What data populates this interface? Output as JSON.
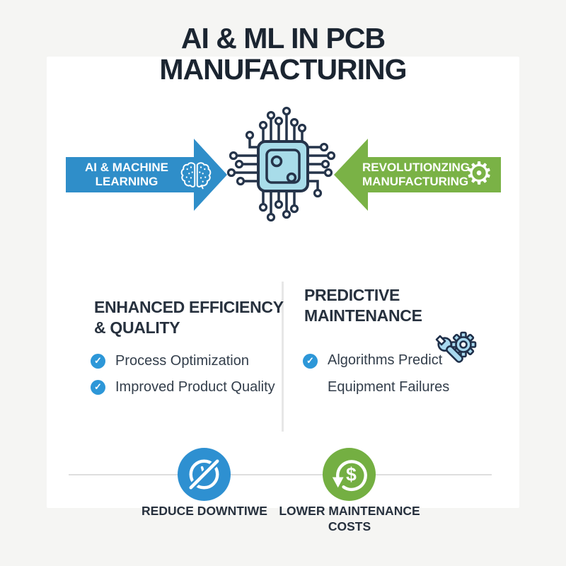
{
  "title": {
    "lines": [
      "AI & ML IN PCB",
      "MANUFACTURING"
    ]
  },
  "flow": {
    "left_arrow": {
      "lines": [
        "AI & MACHINE",
        "LEARNING"
      ],
      "icon": "brain-icon",
      "color": "#2f8ec9"
    },
    "right_arrow": {
      "lines": [
        "REVOLUTIONZING",
        "MANUFACTURING"
      ],
      "icon": "gear-icon",
      "color": "#7ab246"
    },
    "center_icon": "pcb-chip-icon"
  },
  "sections": {
    "left": {
      "heading_lines": [
        "ENHANCED EFFICIENCY",
        "& QUALITY"
      ],
      "bullets": [
        "Process Optimization",
        "Improved Product Quality"
      ]
    },
    "right": {
      "heading_lines": [
        "PREDICTIVE",
        "MAINTENANCE"
      ],
      "bullet_lines": [
        "Algorithms Predict",
        "Equipment Failures"
      ],
      "icon": "wrench-gear-icon"
    }
  },
  "footer": {
    "left_badge": {
      "label": "REDUCE DOWNTIWE",
      "icon": "no-downtime-icon",
      "color": "#2e90d1"
    },
    "right_badge": {
      "label_lines": [
        "LOWER MAINTENANCE",
        "COSTS"
      ],
      "icon": "cost-savings-icon",
      "color": "#74af42"
    }
  },
  "icons": {
    "gear_glyph": "⚙",
    "check_glyph": "✓",
    "dollar_glyph": "$"
  },
  "colors": {
    "accent_blue": "#2f8ec9",
    "accent_green": "#7ab246",
    "check_blue": "#2d97d8",
    "chip_fill": "#a8dce9",
    "outline_navy": "#25344a",
    "title_text": "#1b2531",
    "card_bg": "#ffffff",
    "page_bg": "#f5f5f3",
    "divider": "#e2e2e2"
  }
}
